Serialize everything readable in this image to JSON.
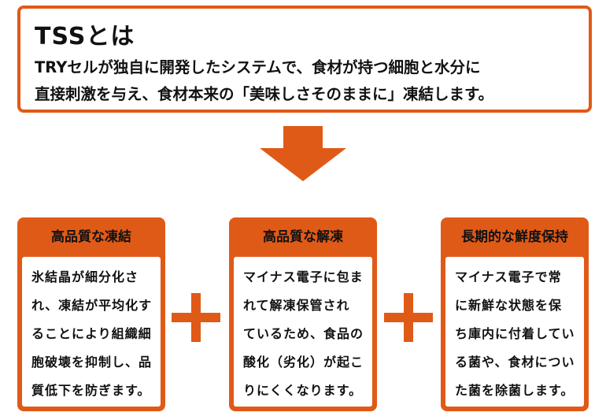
{
  "intro": {
    "title": "TSSとは",
    "lines": [
      "TRYセルが独自に開発したシステムで、食材が持つ細胞と水分に",
      "直接刺激を与え、食材本来の「美味しさそのままに」凍結します。"
    ]
  },
  "accent": "#e05a17",
  "cards": [
    {
      "title": "高品質な凍結",
      "lines": [
        "氷結晶が細分化さ",
        "れ、凍結が平均化す",
        "ることにより組織細",
        "胞破壊を抑制し、品",
        "質低下を防ぎます。"
      ]
    },
    {
      "title": "高品質な解凍",
      "lines": [
        "マイナス電子に包ま",
        "れて解凍保管され",
        "ているため、食品の",
        "酸化（劣化）が起こ",
        "りにくくなります。"
      ]
    },
    {
      "title": "長期的な鮮度保持",
      "lines": [
        "マイナス電子で常",
        "に新鮮な状態を保",
        "ち庫内に付着してい",
        "る菌や、食材につい",
        "た菌を除菌します。"
      ]
    }
  ]
}
